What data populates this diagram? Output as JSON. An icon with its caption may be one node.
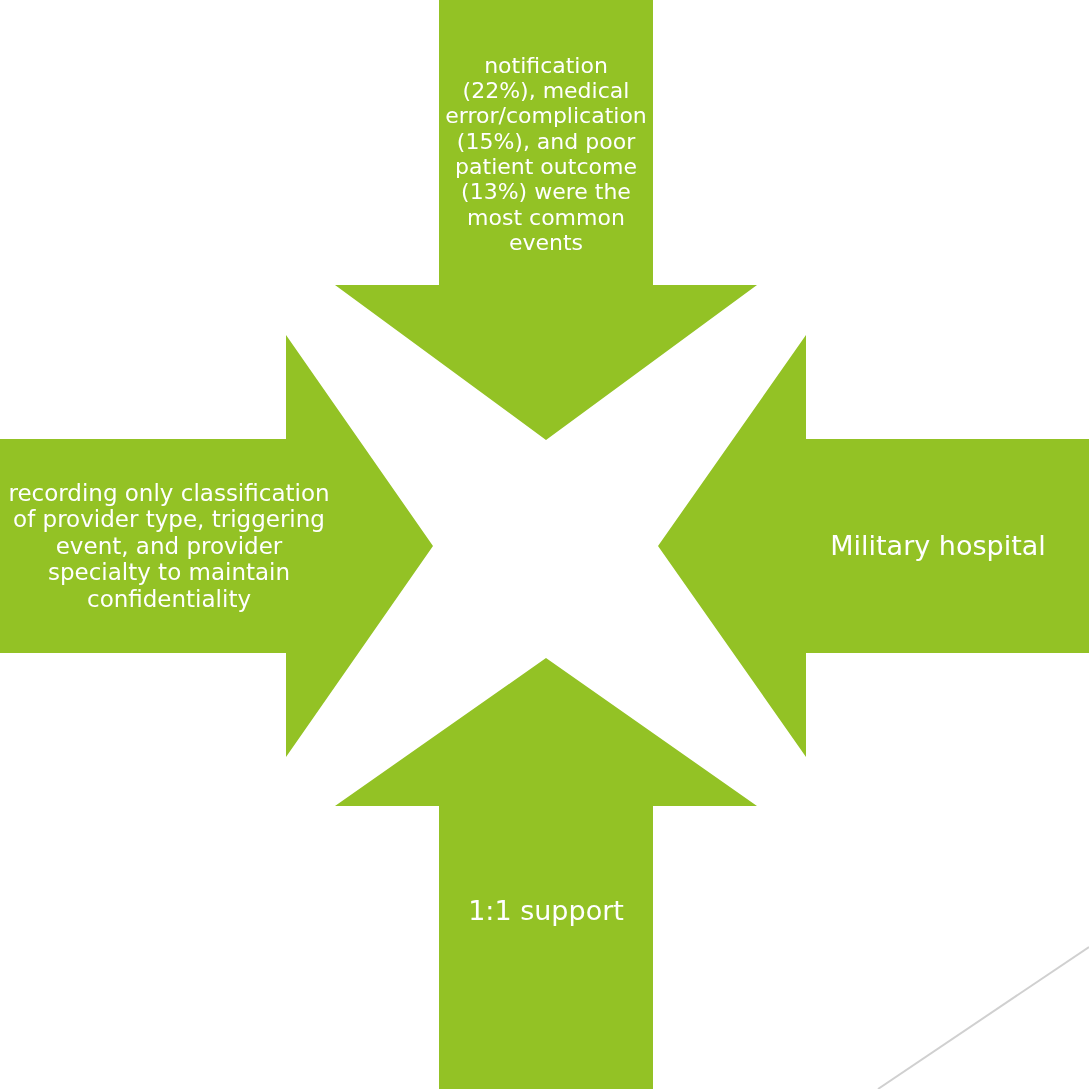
{
  "diagram": {
    "nodes": [
      {
        "text": [
          "notification (22%), medical error/complication (15%), and poor patient outcome (13%) were the most common events"
        ]
      },
      {
        "text": [
          "recording only classification of provider type, triggering event, and provider specialty to maintain confidentiality"
        ]
      },
      {
        "text": [
          "Military hospital"
        ]
      },
      {
        "text": [
          "1:1 support"
        ]
      }
    ]
  }
}
